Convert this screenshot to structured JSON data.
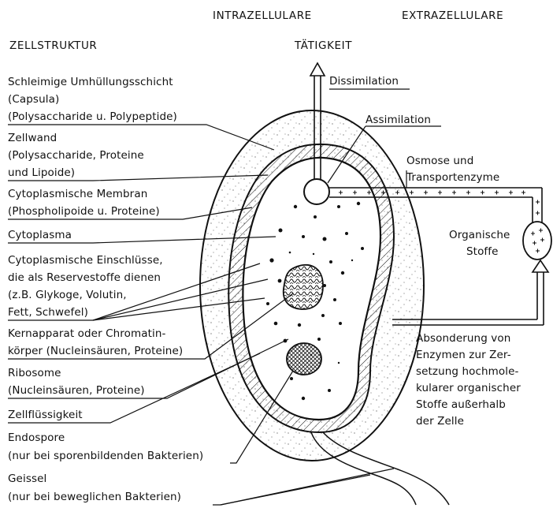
{
  "headers": {
    "intrazellulare": "INTRAZELLULARE",
    "extrazellulare": "EXTRAZELLULARE",
    "zellstruktur": "ZELLSTRUKTUR",
    "taetigkeit": "TÄTIGKEIT"
  },
  "left_labels": {
    "capsula_1": "Schleimige Umhüllungsschicht",
    "capsula_2": "(Capsula)",
    "capsula_3": "(Polysaccharide u. Polypeptide)",
    "zellwand_1": "Zellwand",
    "zellwand_2": "(Polysaccharide, Proteine",
    "zellwand_3": "und Lipoide)",
    "membran_1": "Cytoplasmische Membran",
    "membran_2": "(Phospholipoide u. Proteine)",
    "cytoplasma": "Cytoplasma",
    "einschluesse_1": "Cytoplasmische Einschlüsse,",
    "einschluesse_2": "die als Reservestoffe dienen",
    "einschluesse_3": "(z.B. Glykoge, Volutin,",
    "einschluesse_4": "Fett, Schwefel)",
    "kern_1": "Kernapparat oder Chromatin-",
    "kern_2": "körper (Nucleinsäuren, Proteine)",
    "ribosome_1": "Ribosome",
    "ribosome_2": "(Nucleinsäuren, Proteine)",
    "zellfluessigkeit": "Zellflüssigkeit",
    "endospore_1": "Endospore",
    "endospore_2": "(nur bei sporenbildenden Bakterien)",
    "geissel_1": "Geissel",
    "geissel_2": "(nur bei beweglichen Bakterien)"
  },
  "right_labels": {
    "dissimilation": "Dissimilation",
    "assimilation": "Assimilation",
    "osmose_1": "Osmose und",
    "osmose_2": "Transportenzyme",
    "organische_1": "Organische",
    "organische_2": "Stoffe",
    "absonderung_1": "Absonderung von",
    "absonderung_2": "Enzymen zur Zer-",
    "absonderung_3": "setzung hochmole-",
    "absonderung_4": "kularer organischer",
    "absonderung_5": "Stoffe außerhalb",
    "absonderung_6": "der Zelle"
  }
}
